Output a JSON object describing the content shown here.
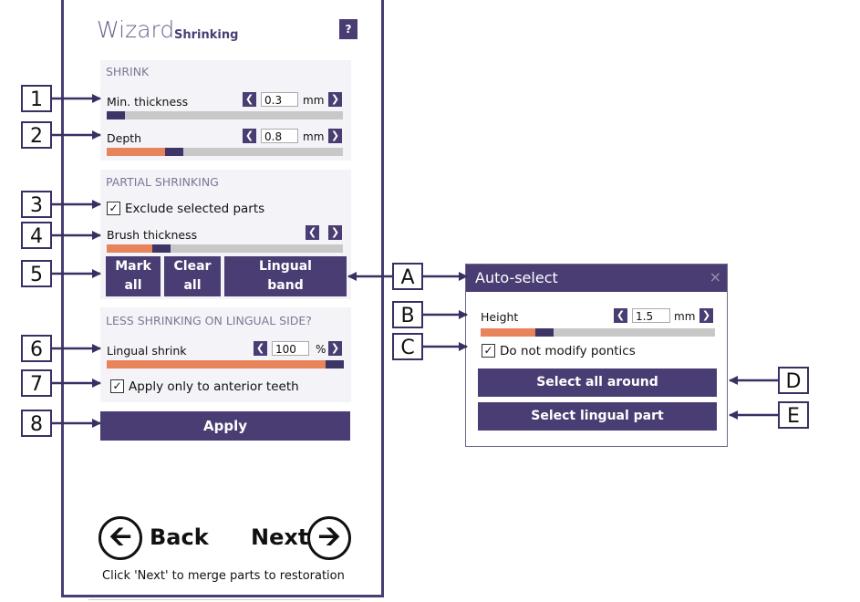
{
  "wizard": {
    "title": "Wizard",
    "subtitle": "Shrinking",
    "help_label": "?",
    "shrink": {
      "section_title": "SHRINK",
      "min_thickness": {
        "label": "Min. thickness",
        "value": "0.3",
        "unit": "mm",
        "level": 0.07
      },
      "depth": {
        "label": "Depth",
        "value": "0.8",
        "unit": "mm",
        "level": 0.24
      }
    },
    "partial": {
      "section_title": "PARTIAL SHRINKING",
      "exclude_label": "Exclude selected parts",
      "exclude_checked": true,
      "brush_label": "Brush thickness",
      "brush_level": 0.22,
      "buttons": {
        "mark_all": "Mark all",
        "clear_all": "Clear all",
        "lingual_band": "Lingual band"
      }
    },
    "lingual": {
      "section_title": "LESS SHRINKING ON LINGUAL SIDE?",
      "shrink_label": "Lingual shrink",
      "shrink_value": "100",
      "shrink_unit": "%",
      "shrink_level": 1.0,
      "anterior_label": "Apply only to anterior teeth",
      "anterior_checked": true
    },
    "apply_label": "Apply",
    "back_label": "Back",
    "next_label": "Next",
    "footer_note": "Click 'Next' to merge parts to restoration"
  },
  "autoselect": {
    "title": "Auto-select",
    "close_glyph": "×",
    "height": {
      "label": "Height",
      "value": "1.5",
      "unit": "mm",
      "level": 0.25
    },
    "pontics_label": "Do not modify pontics",
    "pontics_checked": true,
    "select_all_label": "Select all around",
    "select_lingual_label": "Select lingual part"
  },
  "callouts": {
    "numbers": [
      "1",
      "2",
      "3",
      "4",
      "5",
      "6",
      "7",
      "8"
    ],
    "letters": [
      "A",
      "B",
      "C",
      "D",
      "E"
    ]
  },
  "icons": {
    "prev": "chevron-left-icon",
    "next": "chevron-right-icon",
    "back": "arrow-left-circle-icon",
    "forward": "arrow-right-circle-icon",
    "check": "checkmark-icon"
  },
  "colors": {
    "accent": "#4a3d73",
    "fill": "#e8845a",
    "panel": "#f4f3f8"
  }
}
